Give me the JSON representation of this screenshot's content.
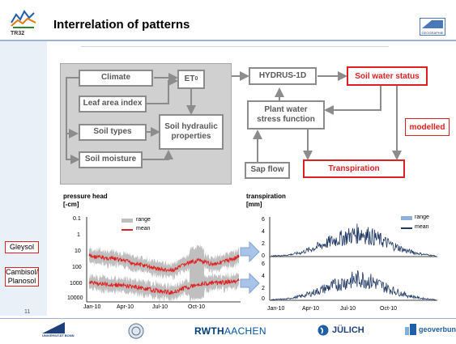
{
  "header": {
    "title": "Interrelation of patterns",
    "tr32_label": "TR32",
    "geo_logo_label": "GEOGRAPHIE"
  },
  "diagram": {
    "climate": "Climate",
    "et0_main": "ET",
    "et0_sub": "0",
    "lai": "Leaf area index",
    "soil_types": "Soil types",
    "soil_hydraulic": [
      "Soil hydraulic",
      "properties"
    ],
    "soil_moisture": "Soil moisture",
    "hydrus": "HYDRUS-1D",
    "soil_water_status": "Soil water status",
    "plant_water": [
      "Plant water",
      "stress function"
    ],
    "modelled": "modelled",
    "sap_flow": "Sap flow",
    "transpiration_box": "Transpiration"
  },
  "charts_left": {
    "ylabel": [
      "pressure head",
      "[-cm]"
    ],
    "yticks": [
      "0.1",
      "1",
      "10",
      "100",
      "1000",
      "10000"
    ],
    "xticks": [
      "Jan-10",
      "Apr-10",
      "Jul-10",
      "Oct-10"
    ],
    "legend_range": "range",
    "legend_mean": "mean"
  },
  "charts_right": {
    "ylabel": [
      "transpiration",
      "[mm]"
    ],
    "yticks": [
      "6",
      "4",
      "2",
      "0",
      "6",
      "4",
      "2",
      "0"
    ],
    "xticks": [
      "Jan-10",
      "Apr-10",
      "Jul-10",
      "Oct-10"
    ],
    "legend_range": "range",
    "legend_mean": "mean"
  },
  "labels": {
    "gleysol": "Gleysol",
    "cambisol": [
      "Cambisol/",
      "Planosol"
    ]
  },
  "footer": {
    "page_number": "11",
    "logo_bonn": "UNIVERSITÄT BONN",
    "logo_rwth_a": "RWTH",
    "logo_rwth_b": "AACHEN",
    "logo_julich": "JÜLICH",
    "logo_geoverbund": "geoverbund"
  },
  "colors": {
    "box_border": "#8c8c8c",
    "highlight": "#e02020",
    "range_fill": "#bfbfbf",
    "mean_line": "#e02020",
    "transp_line": "#1f3864",
    "transp_range": "#8fb0d8",
    "arrow_fill": "#a9c4e8"
  },
  "chart_data": [
    {
      "type": "line",
      "title": "",
      "ylabel": "pressure head [-cm]",
      "xlabel": "",
      "yscale": "log",
      "ylim": [
        0.1,
        10000
      ],
      "yaxis_inverted": true,
      "categories": [
        "Jan-10",
        "Apr-10",
        "Jul-10",
        "Oct-10"
      ],
      "series": [
        {
          "name": "mean",
          "x": [
            "Jan-10",
            "Feb-10",
            "Mar-10",
            "Apr-10",
            "May-10",
            "Jun-10",
            "Jul-10",
            "Aug-10",
            "Sep-10",
            "Oct-10",
            "Nov-10",
            "Dec-10"
          ],
          "values": [
            20,
            25,
            30,
            45,
            70,
            110,
            150,
            60,
            35,
            60,
            40,
            20
          ]
        }
      ]
    },
    {
      "type": "line",
      "title": "",
      "ylabel": "pressure head [-cm]",
      "xlabel": "",
      "yscale": "log",
      "ylim": [
        0.1,
        10000
      ],
      "yaxis_inverted": true,
      "categories": [
        "Jan-10",
        "Apr-10",
        "Jul-10",
        "Oct-10"
      ],
      "series": [
        {
          "name": "mean",
          "x": [
            "Jan-10",
            "Feb-10",
            "Mar-10",
            "Apr-10",
            "May-10",
            "Jun-10",
            "Jul-10",
            "Aug-10",
            "Sep-10",
            "Oct-10",
            "Nov-10",
            "Dec-10"
          ],
          "values": [
            700,
            900,
            1000,
            1200,
            1600,
            2200,
            2800,
            1500,
            900,
            800,
            700,
            600
          ]
        }
      ]
    },
    {
      "type": "line",
      "title": "",
      "ylabel": "transpiration [mm]",
      "xlabel": "",
      "ylim": [
        0,
        6
      ],
      "categories": [
        "Jan-10",
        "Apr-10",
        "Jul-10",
        "Oct-10"
      ],
      "series": [
        {
          "name": "mean",
          "x": [
            "Jan-10",
            "Feb-10",
            "Mar-10",
            "Apr-10",
            "May-10",
            "Jun-10",
            "Jul-10",
            "Aug-10",
            "Sep-10",
            "Oct-10",
            "Nov-10",
            "Dec-10"
          ],
          "values": [
            0.1,
            0.2,
            0.6,
            1.4,
            2.3,
            3.0,
            3.6,
            2.8,
            1.8,
            0.9,
            0.4,
            0.1
          ]
        }
      ]
    },
    {
      "type": "line",
      "title": "",
      "ylabel": "transpiration [mm]",
      "xlabel": "",
      "ylim": [
        0,
        6
      ],
      "categories": [
        "Jan-10",
        "Apr-10",
        "Jul-10",
        "Oct-10"
      ],
      "series": [
        {
          "name": "mean",
          "x": [
            "Jan-10",
            "Feb-10",
            "Mar-10",
            "Apr-10",
            "May-10",
            "Jun-10",
            "Jul-10",
            "Aug-10",
            "Sep-10",
            "Oct-10",
            "Nov-10",
            "Dec-10"
          ],
          "values": [
            0.1,
            0.2,
            0.6,
            1.3,
            2.1,
            2.8,
            3.3,
            2.6,
            1.6,
            0.8,
            0.3,
            0.1
          ]
        }
      ]
    }
  ]
}
